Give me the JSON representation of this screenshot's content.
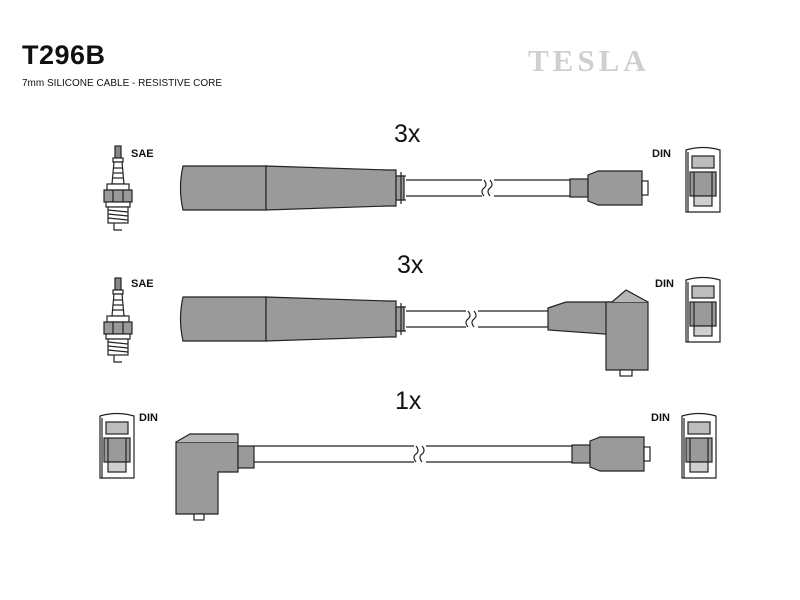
{
  "header": {
    "part_code": "T296B",
    "description": "7mm SILICONE CABLE - RESISTIVE CORE",
    "brand_logo": "TESLA"
  },
  "rows": [
    {
      "quantity": "3x",
      "left_connector": "SAE",
      "right_connector": "DIN"
    },
    {
      "quantity": "3x",
      "left_connector": "SAE",
      "right_connector": "DIN"
    },
    {
      "quantity": "1x",
      "left_connector": "DIN",
      "right_connector": "DIN"
    }
  ],
  "colors": {
    "boot_fill": "#9a9a9a",
    "line": "#222222",
    "logo": "#cfcfcf"
  }
}
